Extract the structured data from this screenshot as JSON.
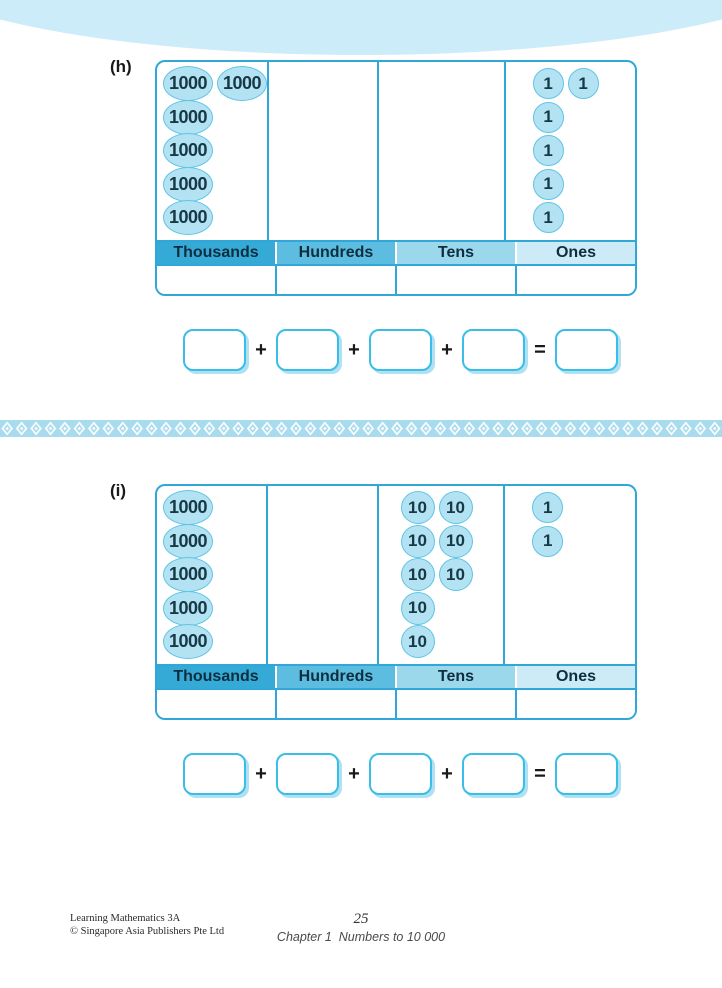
{
  "header_colors": [
    "#35aad6",
    "#5cbde1",
    "#9cd8ec",
    "#cdebf7"
  ],
  "colors": {
    "top_arc": "#cdecf9",
    "table_border": "#2fa7d7",
    "disc_fill": "#b3e3f3",
    "disc_border": "#5fc4e6",
    "divider_band": "#a9dbee",
    "equation_box_border": "#38bee7",
    "equation_box_shadow": "#b0e1f2"
  },
  "exercises": [
    {
      "label": "(h)",
      "columns": [
        {
          "name": "Thousands",
          "disc_rows": [
            [
              "1000",
              "1000"
            ],
            [
              "1000"
            ],
            [
              "1000"
            ],
            [
              "1000"
            ],
            [
              "1000"
            ]
          ]
        },
        {
          "name": "Hundreds",
          "disc_rows": []
        },
        {
          "name": "Tens",
          "disc_rows": []
        },
        {
          "name": "Ones",
          "disc_rows": [
            [
              "1",
              "1"
            ],
            [
              "1"
            ],
            [
              "1"
            ],
            [
              "1"
            ],
            [
              "1"
            ]
          ]
        }
      ],
      "equation_operators": [
        "+",
        "+",
        "+",
        "="
      ],
      "answer_boxes": 5
    },
    {
      "label": "(i)",
      "columns": [
        {
          "name": "Thousands",
          "disc_rows": [
            [
              "1000"
            ],
            [
              "1000"
            ],
            [
              "1000"
            ],
            [
              "1000"
            ],
            [
              "1000"
            ]
          ]
        },
        {
          "name": "Hundreds",
          "disc_rows": []
        },
        {
          "name": "Tens",
          "disc_rows": [
            [
              "10",
              "10"
            ],
            [
              "10",
              "10"
            ],
            [
              "10",
              "10"
            ],
            [
              "10"
            ],
            [
              "10"
            ]
          ]
        },
        {
          "name": "Ones",
          "disc_rows": [
            [
              "1"
            ],
            [
              "1"
            ]
          ]
        }
      ],
      "equation_operators": [
        "+",
        "+",
        "+",
        "="
      ],
      "answer_boxes": 5
    }
  ],
  "footer": {
    "book_title": "Learning Mathematics 3A",
    "copyright": "© Singapore Asia Publishers Pte Ltd",
    "page_number": "25",
    "chapter": "Chapter 1  Numbers to 10 000"
  }
}
